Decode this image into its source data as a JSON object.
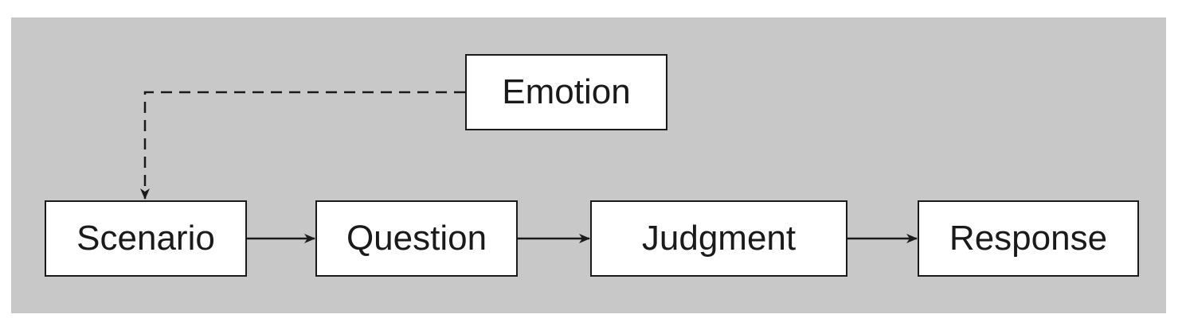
{
  "diagram": {
    "nodes": {
      "emotion": "Emotion",
      "scenario": "Scenario",
      "question": "Question",
      "judgment": "Judgment",
      "response": "Response"
    },
    "edges": [
      {
        "from": "emotion",
        "to": "scenario",
        "style": "dashed"
      },
      {
        "from": "scenario",
        "to": "question",
        "style": "solid"
      },
      {
        "from": "question",
        "to": "judgment",
        "style": "solid"
      },
      {
        "from": "judgment",
        "to": "response",
        "style": "solid"
      }
    ],
    "colors": {
      "background": "#c8c8c8",
      "node_fill": "#ffffff",
      "stroke": "#1a1a1a"
    }
  }
}
